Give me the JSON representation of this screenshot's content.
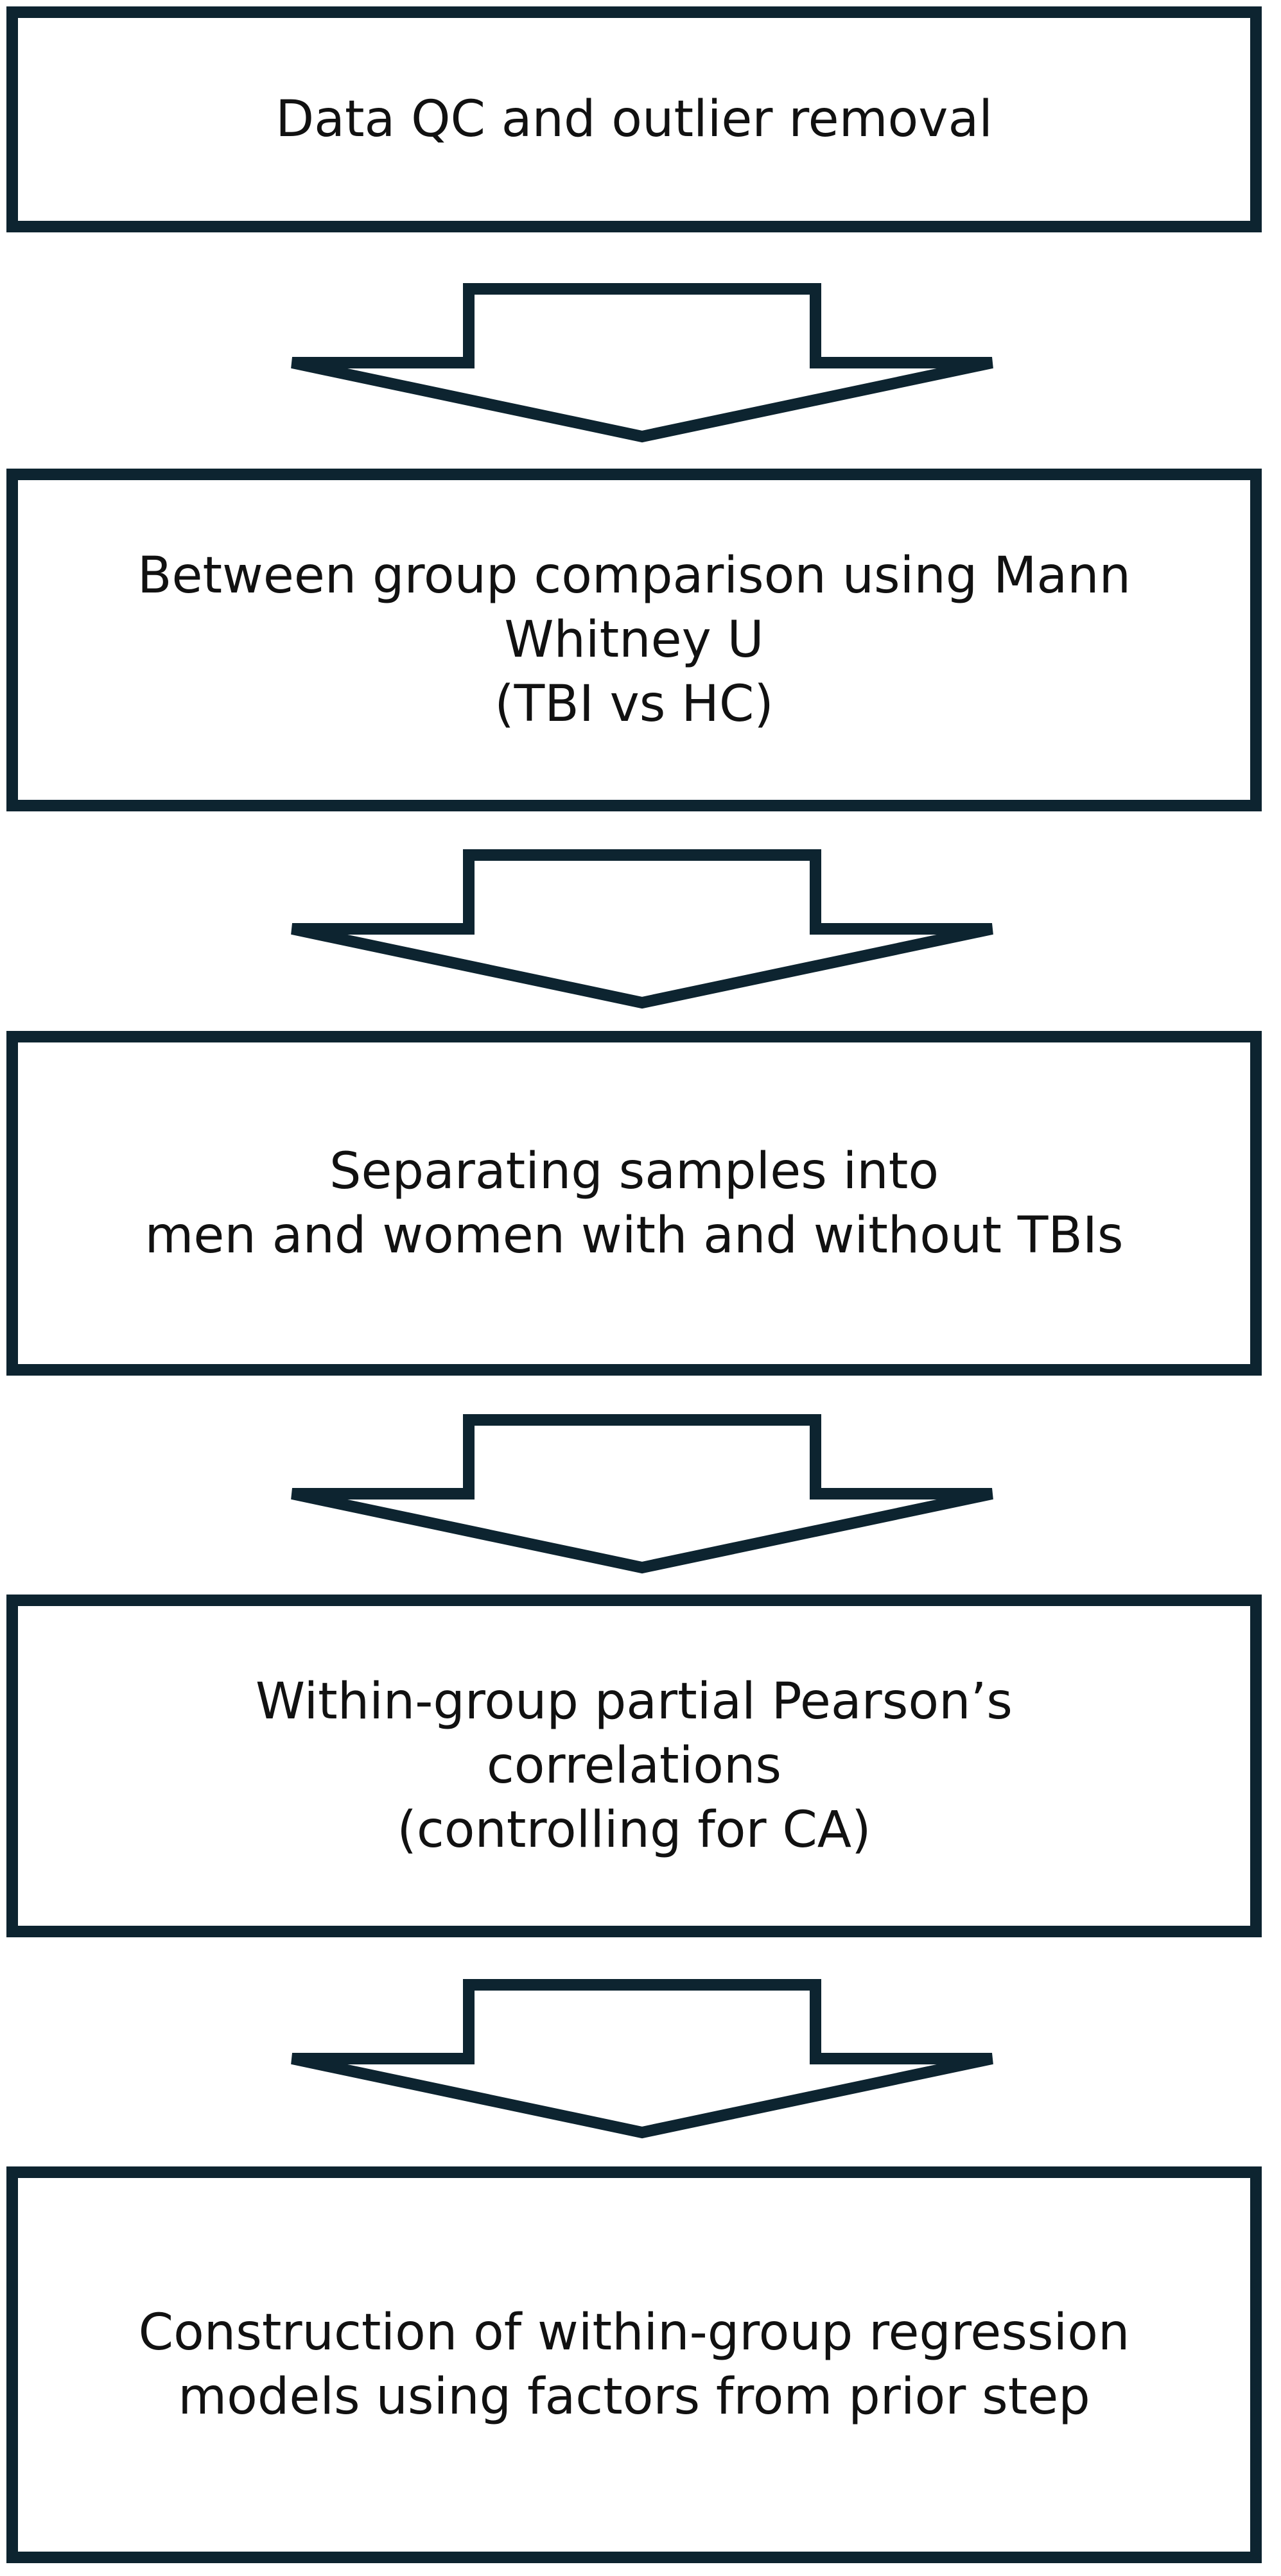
{
  "flowchart": {
    "steps": [
      {
        "lines": [
          "Data QC and outlier removal"
        ]
      },
      {
        "lines": [
          "Between group comparison using Mann",
          "Whitney U",
          "(TBI vs HC)"
        ]
      },
      {
        "lines": [
          "Separating samples into",
          "men and women with and without TBIs"
        ]
      },
      {
        "lines": [
          "Within-group partial Pearson’s",
          "correlations",
          "(controlling for CA)"
        ]
      },
      {
        "lines": [
          "Construction of within-group regression",
          "models using factors from prior step"
        ]
      }
    ],
    "colors": {
      "border": "#0d2430",
      "text": "#111111",
      "background": "#ffffff"
    }
  }
}
